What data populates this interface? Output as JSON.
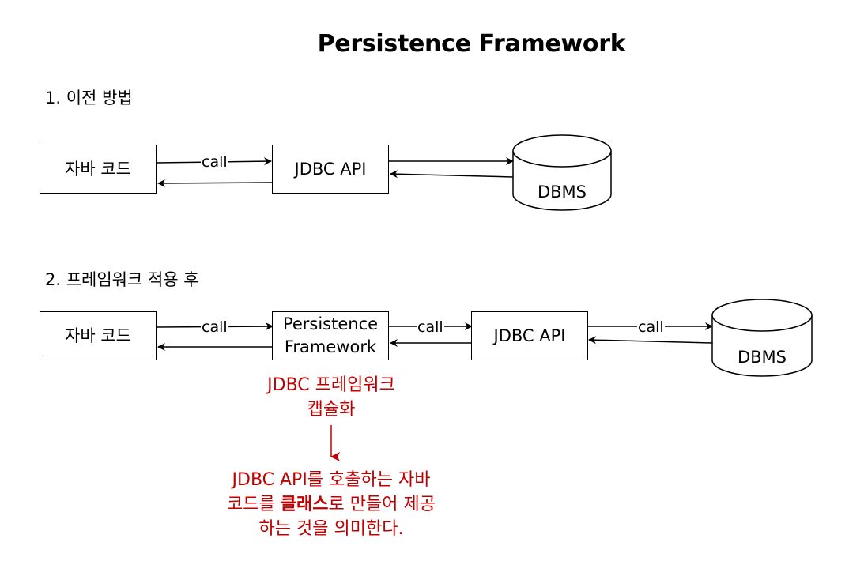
{
  "title": "Persistence Framework",
  "section1": {
    "heading": "1. 이전 방법",
    "java_code": "자바 코드",
    "call": "call",
    "jdbc_api": "JDBC API",
    "dbms": "DBMS"
  },
  "section2": {
    "heading": "2. 프레임워크 적용 후",
    "java_code": "자바 코드",
    "call_1": "call",
    "persistence_line1": "Persistence",
    "persistence_line2": "Framework",
    "call_2": "call",
    "jdbc_api": "JDBC API",
    "call_3": "call",
    "dbms": "DBMS"
  },
  "note1": {
    "line1": "JDBC 프레임워크",
    "line2": "캡슐화"
  },
  "note2": {
    "line1": "JDBC API를 호출하는 자바",
    "line2_pre": "코드를 ",
    "line2_bold": "클래스",
    "line2_post": "로 만들어 제공",
    "line3": "하는 것을 의미한다."
  },
  "colors": {
    "line": "#000000",
    "accent_red": "#c00000"
  }
}
